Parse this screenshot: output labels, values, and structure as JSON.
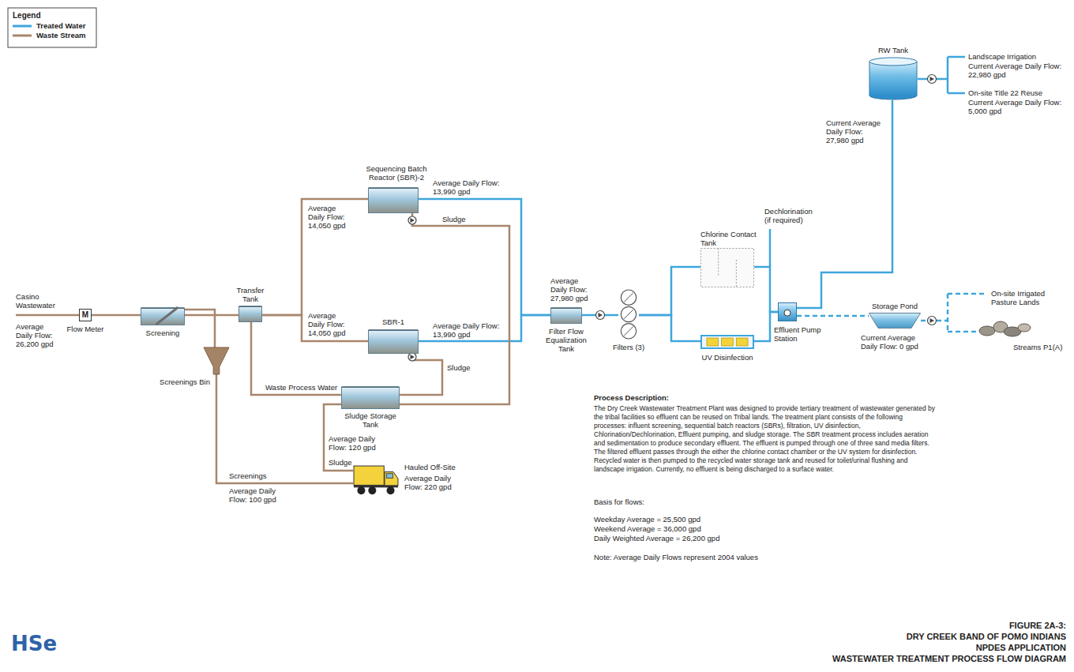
{
  "diagram": {
    "nodes": [
      {
        "text": [
          "M",
          "Flow Meter"
        ]
      },
      {
        "text": [
          "Screening"
        ]
      },
      {
        "text": [
          "Screenings Bin"
        ]
      },
      {
        "text": [
          "Transfer Tank"
        ]
      },
      {
        "text": [
          "Sequencing Batch Reactor (SBR)-2"
        ]
      },
      {
        "text": [
          "SBR-1"
        ]
      },
      {
        "text": [
          "Sludge Storage Tank"
        ]
      },
      {
        "text": [
          "Hauled Off-Site"
        ]
      },
      {
        "text": [
          "Filter Flow Equalization Tank"
        ]
      },
      {
        "text": [
          "Filters (3)"
        ]
      },
      {
        "text": [
          "Chlorine Contact Tank"
        ]
      },
      {
        "text": [
          "UV Disinfection"
        ]
      },
      {
        "text": [
          "Effluent Pump Station"
        ]
      },
      {
        "text": [
          "RW Tank"
        ]
      },
      {
        "text": [
          "Storage Pond"
        ]
      }
    ],
    "edges": [
      {
        "from": 0,
        "to": 1,
        "arrow": "none"
      },
      {
        "from": 1,
        "to": 3,
        "arrow": "none"
      },
      {
        "from": 1,
        "to": 2,
        "arrow": "none"
      },
      {
        "from": 3,
        "to": 4,
        "arrow": "none"
      },
      {
        "from": 3,
        "to": 5,
        "arrow": "none"
      },
      {
        "from": 4,
        "to": 8,
        "arrow": "none"
      },
      {
        "from": 5,
        "to": 8,
        "arrow": "none"
      },
      {
        "from": 4,
        "to": 6,
        "arrow": "none"
      },
      {
        "from": 5,
        "to": 6,
        "arrow": "none"
      },
      {
        "from": 6,
        "to": 3,
        "arrow": "none"
      },
      {
        "from": 6,
        "to": 7,
        "arrow": "none"
      },
      {
        "from": 2,
        "to": 7,
        "arrow": "none"
      },
      {
        "from": 8,
        "to": 9,
        "arrow": "none"
      },
      {
        "from": 9,
        "to": 10,
        "arrow": "none"
      },
      {
        "from": 9,
        "to": 11,
        "arrow": "none"
      },
      {
        "from": 10,
        "to": 12,
        "arrow": "none"
      },
      {
        "from": 11,
        "to": 12,
        "arrow": "none"
      },
      {
        "from": 12,
        "to": 13,
        "arrow": "none"
      },
      {
        "from": 12,
        "to": 14,
        "arrow": "none"
      }
    ],
    "labels": [
      "Legend",
      "Casino Wastewater",
      "Average Daily Flow: 26,200 gpd",
      "Average Daily Flow: 14,050 gpd",
      "Average Daily Flow: 14,050 gpd",
      "Average Daily Flow: 13,990 gpd",
      "Average Daily Flow: 13,990 gpd",
      "Sludge",
      "Sludge",
      "Waste Process Water",
      "Average Daily Flow: 120 gpd",
      "Sludge",
      "Screenings",
      "Average Daily Flow: 100 gpd",
      "Average Daily Flow: 220 gpd",
      "Average Daily Flow: 27,980 gpd",
      "Dechlorination (if required)",
      "Current Average Daily Flow: 27,980 gpd",
      "Landscape Irrigation",
      "Current Average Daily Flow: 22,980 gpd",
      "On-site Title 22 Reuse",
      "Current Average Daily Flow: 5,000 gpd",
      "Current Average Daily Flow: 0 gpd",
      "On-site Irrigated Pasture Lands",
      "Streams P1(A)",
      "Process Description:",
      "The Dry Creek Wastewater Treatment Plant was designed to provide tertiary treatment of wastewater generated by the tribal facilities so effluent can be reused on Tribal lands. The treatment plant consists of the following processes: influent screening, sequential batch reactors (SBRs), filtration, UV disinfection, Chlorination/Dechlorination, Effluent pumping, and sludge storage. The SBR treatment process includes aeration and sedimentation to produce secondary effluent. The effluent is pumped through one of three sand media filters. The filtered effluent passes through the either the chlorine contact chamber or the UV system for disinfection. Recycled water is then pumped to the recycled water storage tank and reused for toilet/urinal flushing and landscape irrigation. Currently, no effluent is being discharged to a surface water.",
      "Basis for flows:",
      "Weekday Average = 25,500 gpd",
      "Weekend Average = 36,000 gpd",
      "Daily Weighted Average = 26,200 gpd",
      "Note: Average Daily Flows represent 2004 values",
      "FIGURE 2A-3:",
      "DRY CREEK BAND OF POMO INDIANS",
      "NPDES APPLICATION",
      "WASTEWATER TREATMENT PROCESS FLOW DIAGRAM",
      "HSe"
    ],
    "legend": [
      {
        "text": "Treated Water"
      },
      {
        "text": "Waste Stream"
      }
    ]
  }
}
